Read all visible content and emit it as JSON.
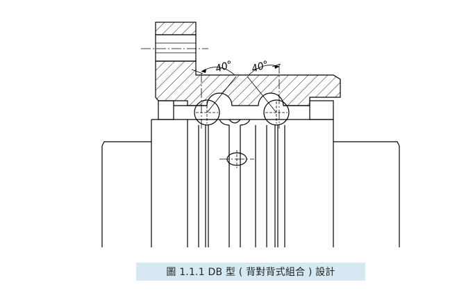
{
  "diagram": {
    "angle_left_label": "40°",
    "angle_right_label": "40°"
  },
  "caption": {
    "text": "圖 1.1.1 DB 型 ( 背對背式組合 ) 設計"
  }
}
